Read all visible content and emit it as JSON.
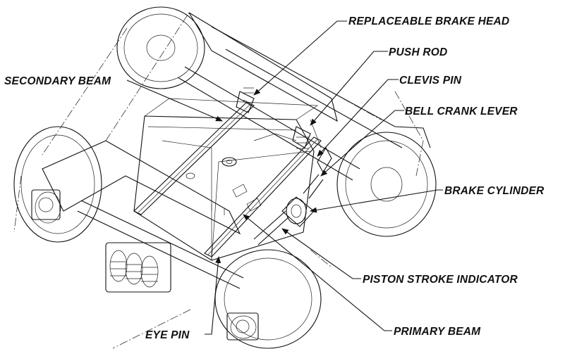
{
  "diagram": {
    "labels": {
      "replaceable_brake_head": "REPLACEABLE BRAKE  HEAD",
      "push_rod": "PUSH ROD",
      "secondary_beam": "SECONDARY BEAM",
      "clevis_pin": "CLEVIS PIN",
      "bell_crank_lever": "BELL CRANK LEVER",
      "brake_cylinder": "BRAKE CYLINDER",
      "piston_stroke_indicator": "PISTON STROKE INDICATOR",
      "eye_pin": "EYE PIN",
      "primary_beam": "PRIMARY BEAM"
    },
    "colors": {
      "ink": "#111111",
      "background": "#ffffff"
    }
  }
}
